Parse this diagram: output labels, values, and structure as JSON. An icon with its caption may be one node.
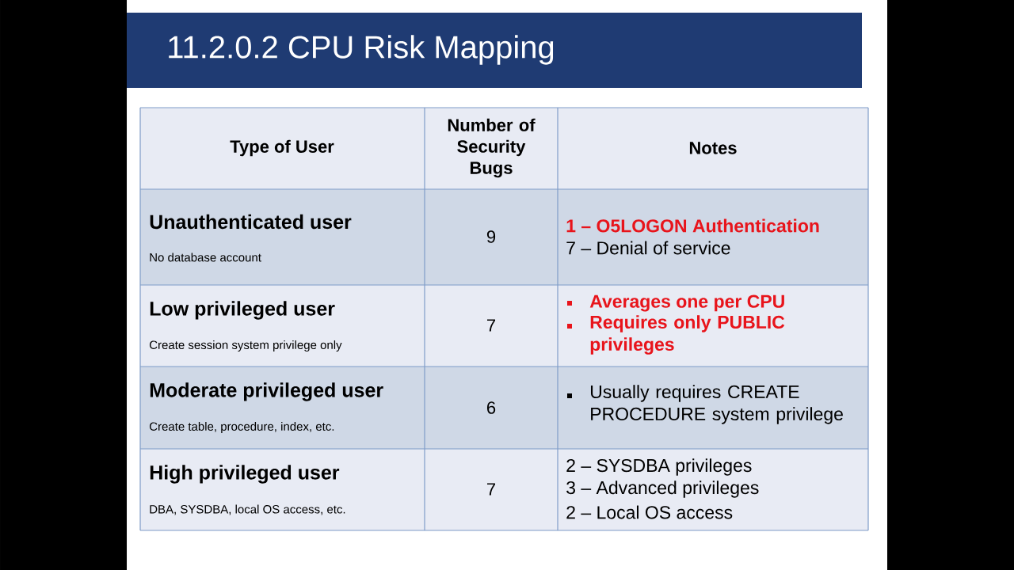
{
  "diagram": {
    "title": "11.2.0.2 CPU Risk Mapping",
    "labels": [
      "Type of User",
      "Number of Security Bugs",
      "Notes",
      "Unauthenticated user",
      "No database account",
      "9",
      "1 – O5LOGON Authentication",
      "7 – Denial of service",
      "Low privileged user",
      "Create session system privilege only",
      "7",
      "Averages one per CPU",
      "Requires only PUBLIC privileges",
      "Moderate privileged user",
      "Create table, procedure, index, etc.",
      "6",
      "Usually requires CREATE PROCEDURE system privilege",
      "High privileged user",
      "DBA, SYSDBA, local OS access, etc.",
      "7",
      "2 – SYSDBA privileges",
      "3 – Advanced privileges",
      "2 – Local OS access"
    ]
  }
}
